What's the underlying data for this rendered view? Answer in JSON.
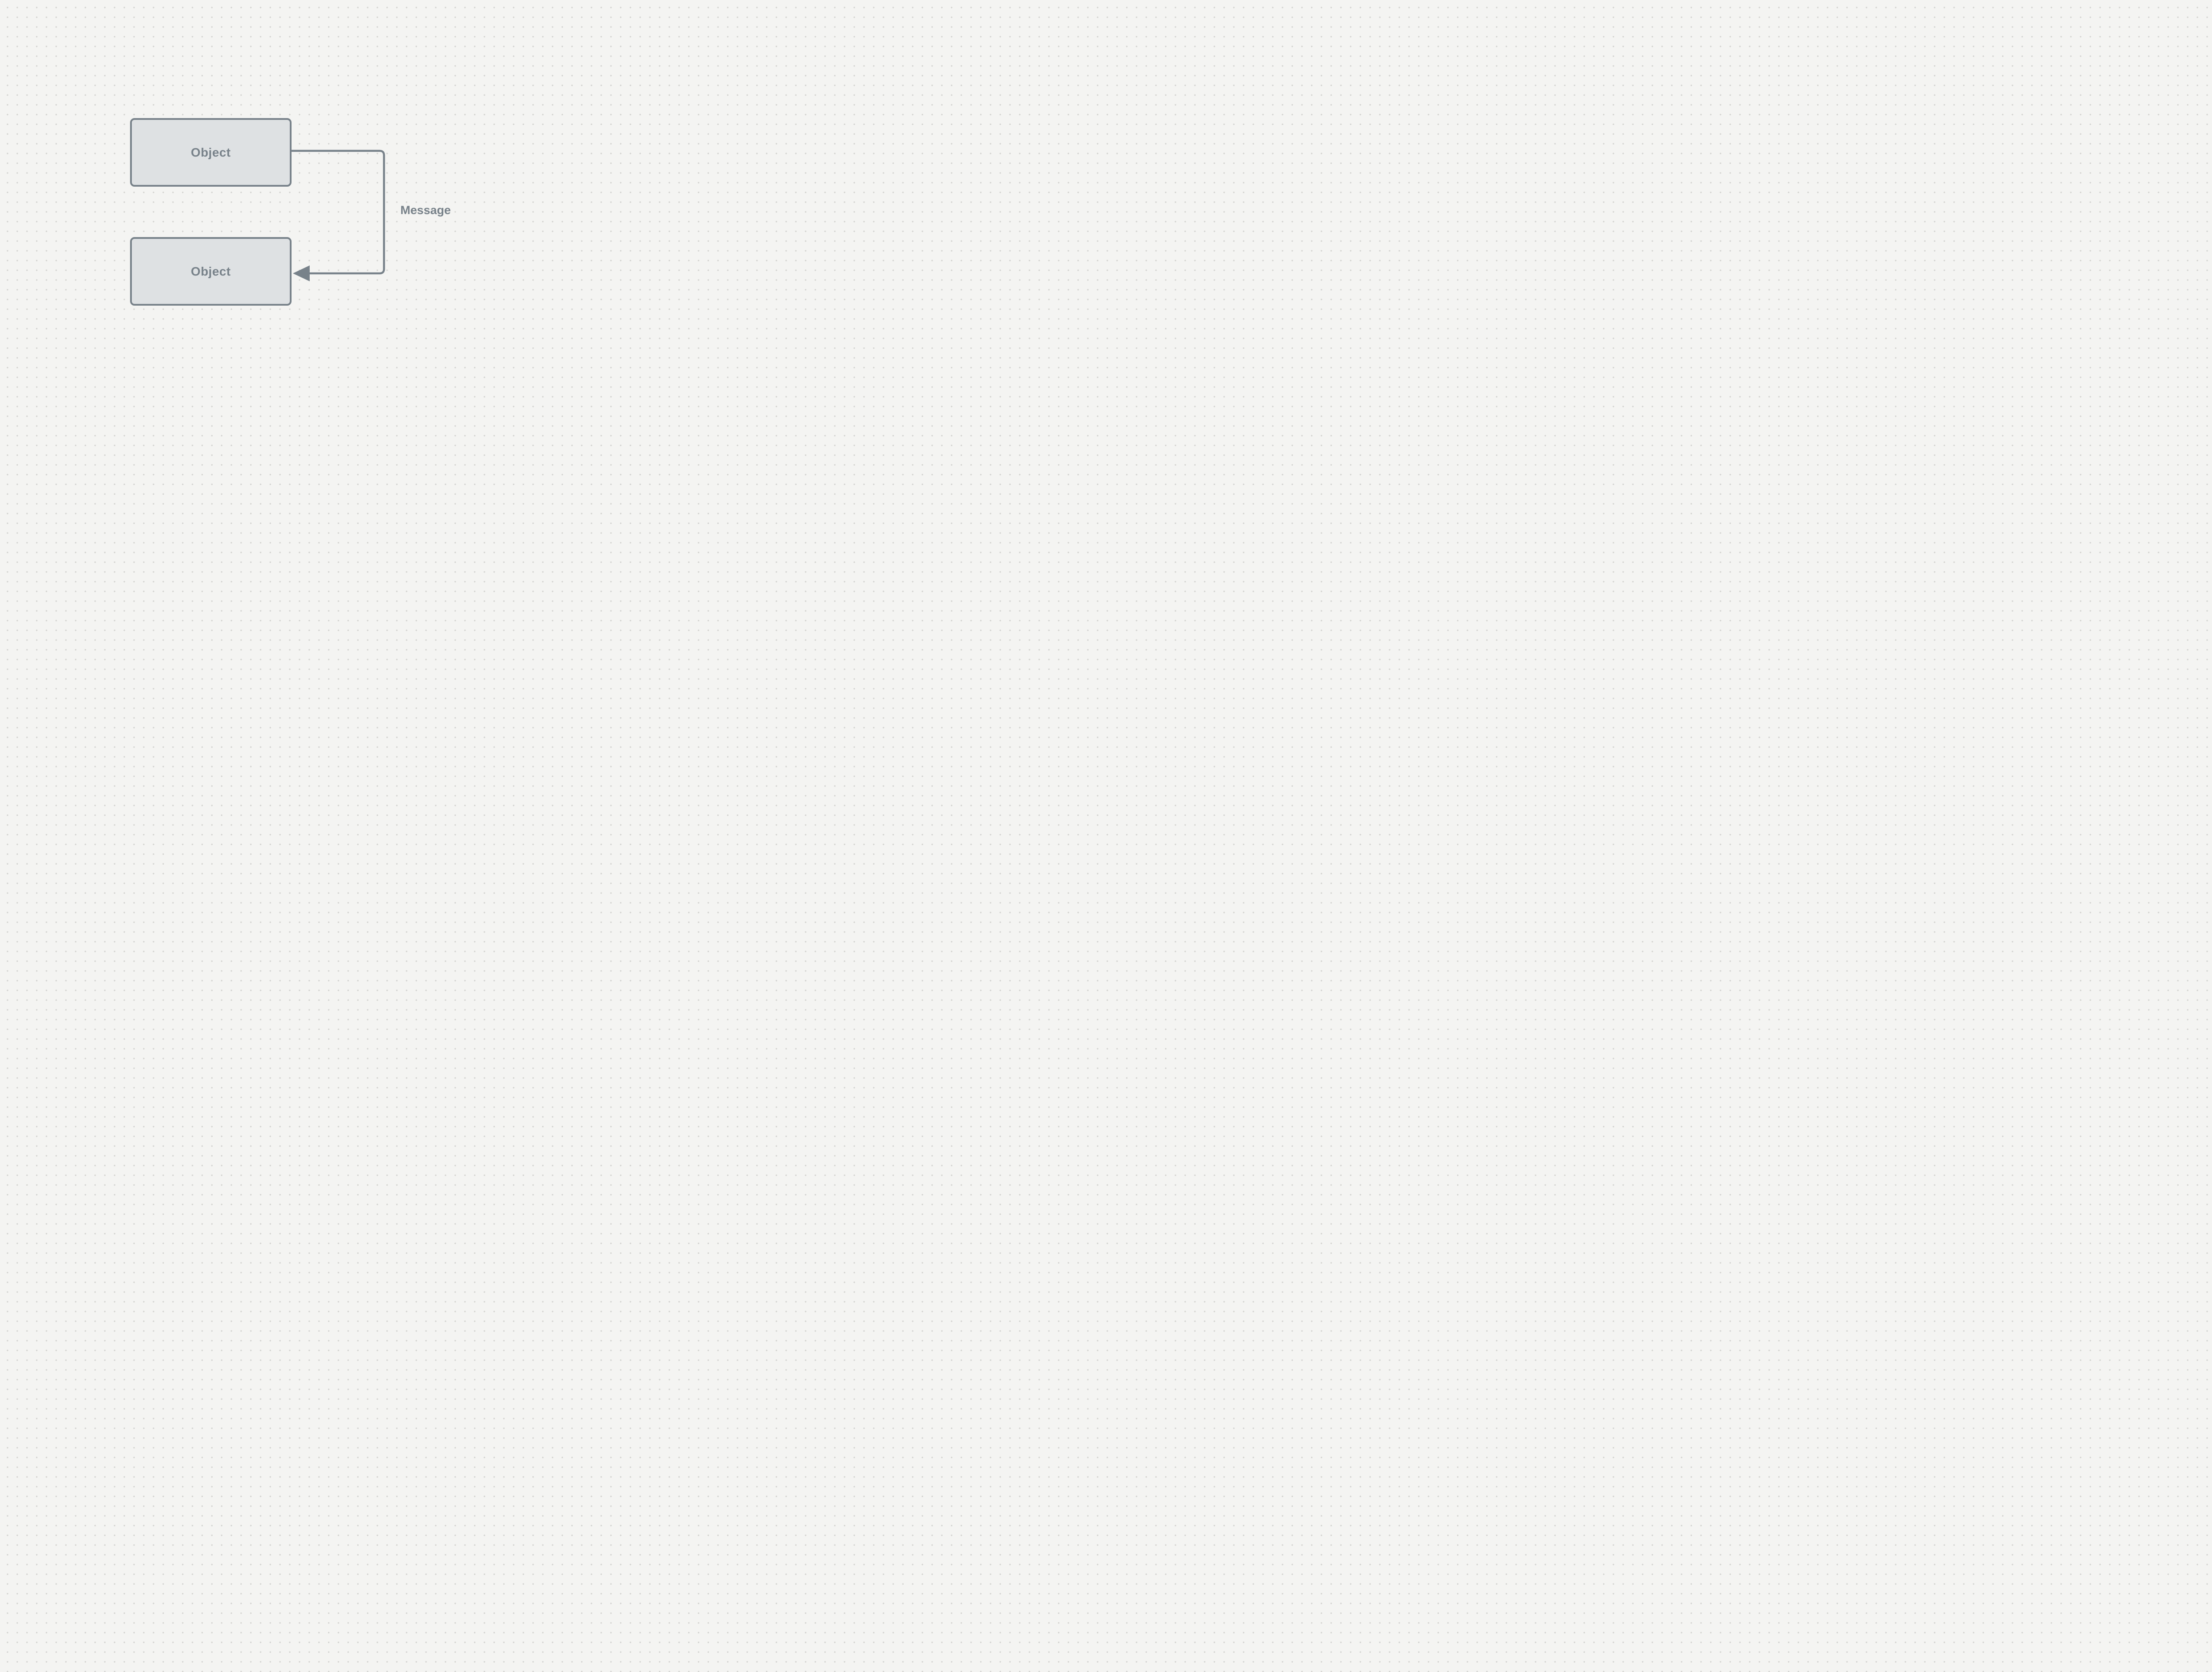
{
  "diagram": {
    "nodes": [
      {
        "id": "object-top",
        "label": "Object",
        "shape": "rounded-rectangle"
      },
      {
        "id": "object-bottom",
        "label": "Object",
        "shape": "rounded-rectangle"
      }
    ],
    "edge": {
      "label": "Message",
      "from": "object-top",
      "to": "object-bottom",
      "style": "orthogonal",
      "arrowhead": "solid-triangle-left"
    },
    "colors": {
      "canvas_background": "#f4f4f2",
      "grid_dot": "#d3d3d0",
      "node_fill": "#dee1e3",
      "node_border": "#78828a",
      "node_text": "#78828a",
      "connector": "#78828a",
      "edge_label_text": "#78828a"
    }
  }
}
